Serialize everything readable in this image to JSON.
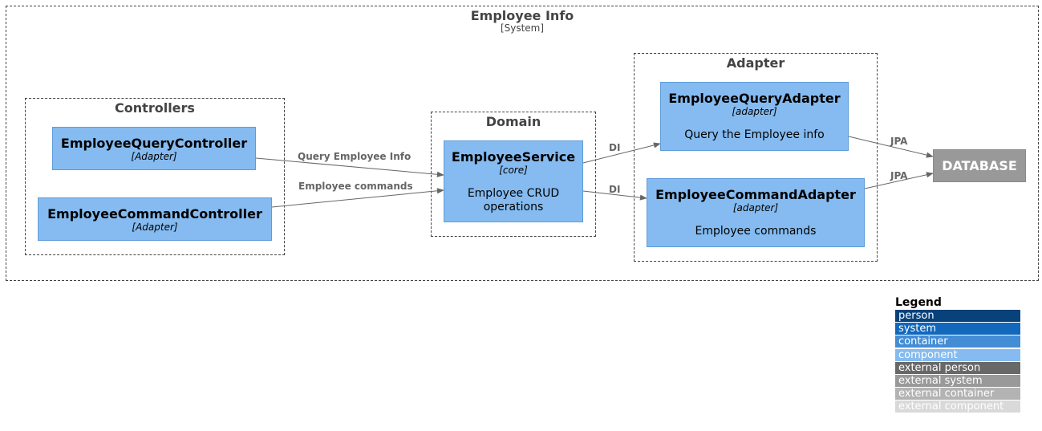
{
  "system": {
    "title": "Employee Info",
    "subtitle": "[System]"
  },
  "boundaries": {
    "controllers": "Controllers",
    "domain": "Domain",
    "adapter": "Adapter"
  },
  "components": {
    "query_controller": {
      "name": "EmployeeQueryController",
      "type": "[Adapter]"
    },
    "command_controller": {
      "name": "EmployeeCommandController",
      "type": "[Adapter]"
    },
    "service": {
      "name": "EmployeeService",
      "type": "[core]",
      "desc": "Employee CRUD operations"
    },
    "query_adapter": {
      "name": "EmployeeQueryAdapter",
      "type": "[adapter]",
      "desc": "Query the Employee info"
    },
    "command_adapter": {
      "name": "EmployeeCommandAdapter",
      "type": "[adapter]",
      "desc": "Employee commands"
    }
  },
  "database": {
    "name": "DATABASE"
  },
  "relations": {
    "query_info": "Query Employee Info",
    "commands": "Employee commands",
    "di_query": "DI",
    "di_command": "DI",
    "jpa_query": "JPA",
    "jpa_command": "JPA"
  },
  "legend": {
    "title": "Legend",
    "items": [
      {
        "label": "person",
        "color": "#08427B"
      },
      {
        "label": "system",
        "color": "#1168BD"
      },
      {
        "label": "container",
        "color": "#438DD5"
      },
      {
        "label": "component",
        "color": "#85BBF0"
      },
      {
        "label": "external person",
        "color": "#686868"
      },
      {
        "label": "external system",
        "color": "#999999"
      },
      {
        "label": "external container",
        "color": "#B3B3B3"
      },
      {
        "label": "external component",
        "color": "#D9D9D9"
      }
    ]
  }
}
